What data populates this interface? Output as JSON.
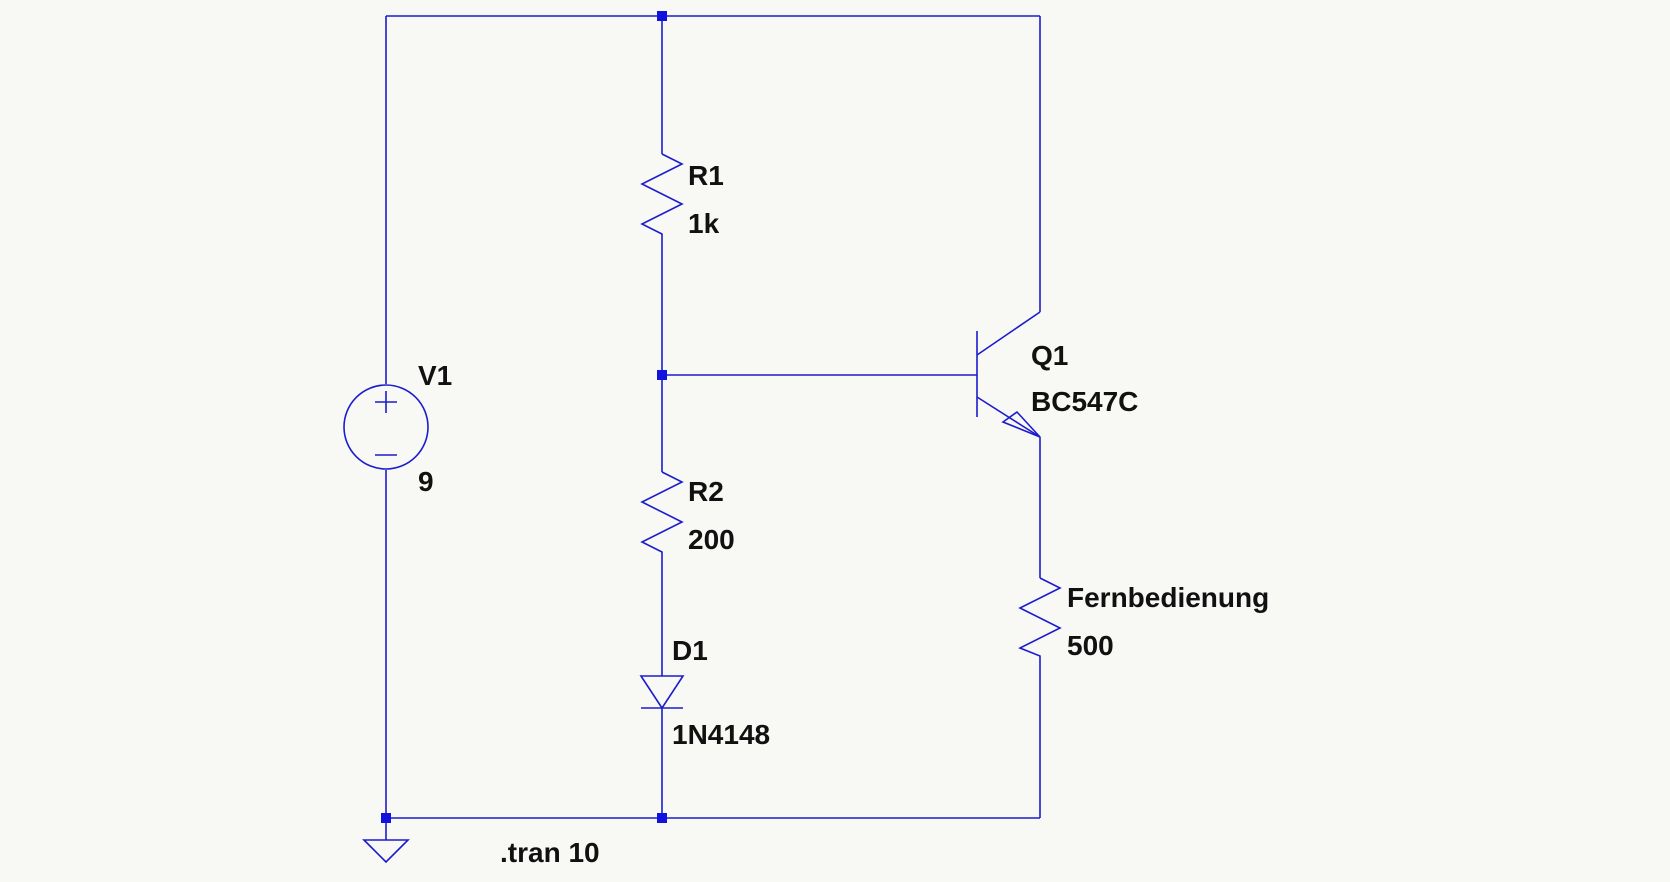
{
  "components": {
    "v1": {
      "name": "V1",
      "value": "9"
    },
    "r1": {
      "name": "R1",
      "value": "1k"
    },
    "r2": {
      "name": "R2",
      "value": "200"
    },
    "d1": {
      "name": "D1",
      "value": "1N4148"
    },
    "q1": {
      "name": "Q1",
      "value": "BC547C"
    },
    "load": {
      "name": "Fernbedienung",
      "value": "500"
    }
  },
  "directive": ".tran 10",
  "colors": {
    "wire": "#1c1ccf",
    "junction": "#1212dd",
    "text": "#111111",
    "background": "#f8f8f4"
  }
}
